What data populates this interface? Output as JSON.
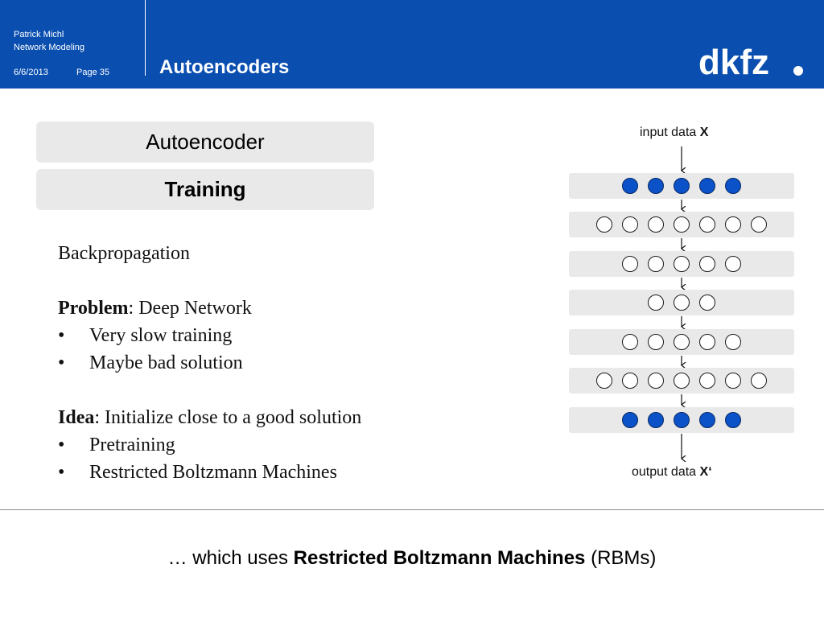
{
  "header": {
    "author": "Patrick Michl",
    "course": "Network Modeling",
    "date": "6/6/2013",
    "page": "Page 35",
    "title": "Autoencoders",
    "logo_text": "dkfz",
    "colors": {
      "background": "#0a4fb0",
      "text": "#ffffff"
    }
  },
  "nav": {
    "box1": "Autoencoder",
    "box2": "Training"
  },
  "content": {
    "heading": "Backpropagation",
    "problem_label": "Problem",
    "problem_text": ": Deep Network",
    "problem_bullets": [
      "Very slow training",
      "Maybe bad solution"
    ],
    "idea_label": "Idea",
    "idea_text": ": Initialize close to a good solution",
    "idea_bullets": [
      "Pretraining",
      "Restricted Boltzmann Machines"
    ]
  },
  "network": {
    "input_label": "input data ",
    "input_symbol": "X",
    "output_label": "output data ",
    "output_symbol": "X‘",
    "layers": [
      {
        "nodes": 5,
        "filled": true
      },
      {
        "nodes": 7,
        "filled": false
      },
      {
        "nodes": 5,
        "filled": false
      },
      {
        "nodes": 3,
        "filled": false
      },
      {
        "nodes": 5,
        "filled": false
      },
      {
        "nodes": 7,
        "filled": false
      },
      {
        "nodes": 5,
        "filled": true
      }
    ],
    "colors": {
      "filled_node": "#0b52c8",
      "layer_bar": "#e9e9e9"
    }
  },
  "footer": {
    "prefix": "… which uses ",
    "bold": "Restricted Boltzmann Machines",
    "suffix": " (RBMs)"
  }
}
